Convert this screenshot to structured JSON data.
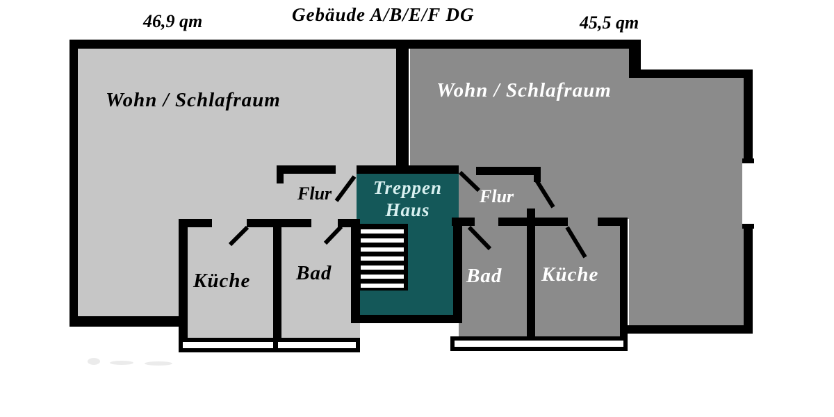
{
  "title": "Gebäude A/B/E/F  DG",
  "apartments": {
    "left": {
      "area_label": "46,9 qm",
      "living_room": "Wohn / Schlafraum",
      "hall": "Flur",
      "kitchen": "Küche",
      "bath": "Bad",
      "floor_color": "#c6c6c6",
      "label_color": "#000000"
    },
    "right": {
      "area_label": "45,5 qm",
      "living_room": "Wohn / Schlafraum",
      "hall": "Flur",
      "kitchen": "Küche",
      "bath": "Bad",
      "floor_color": "#8b8b8b",
      "label_color": "#ffffff"
    }
  },
  "stairwell": {
    "label_line1": "Treppen",
    "label_line2": "Haus",
    "fill_color": "#145859",
    "label_color": "#d8f0f0"
  },
  "colors": {
    "wall": "#000000",
    "background": "#ffffff",
    "window": "#ffffff"
  }
}
